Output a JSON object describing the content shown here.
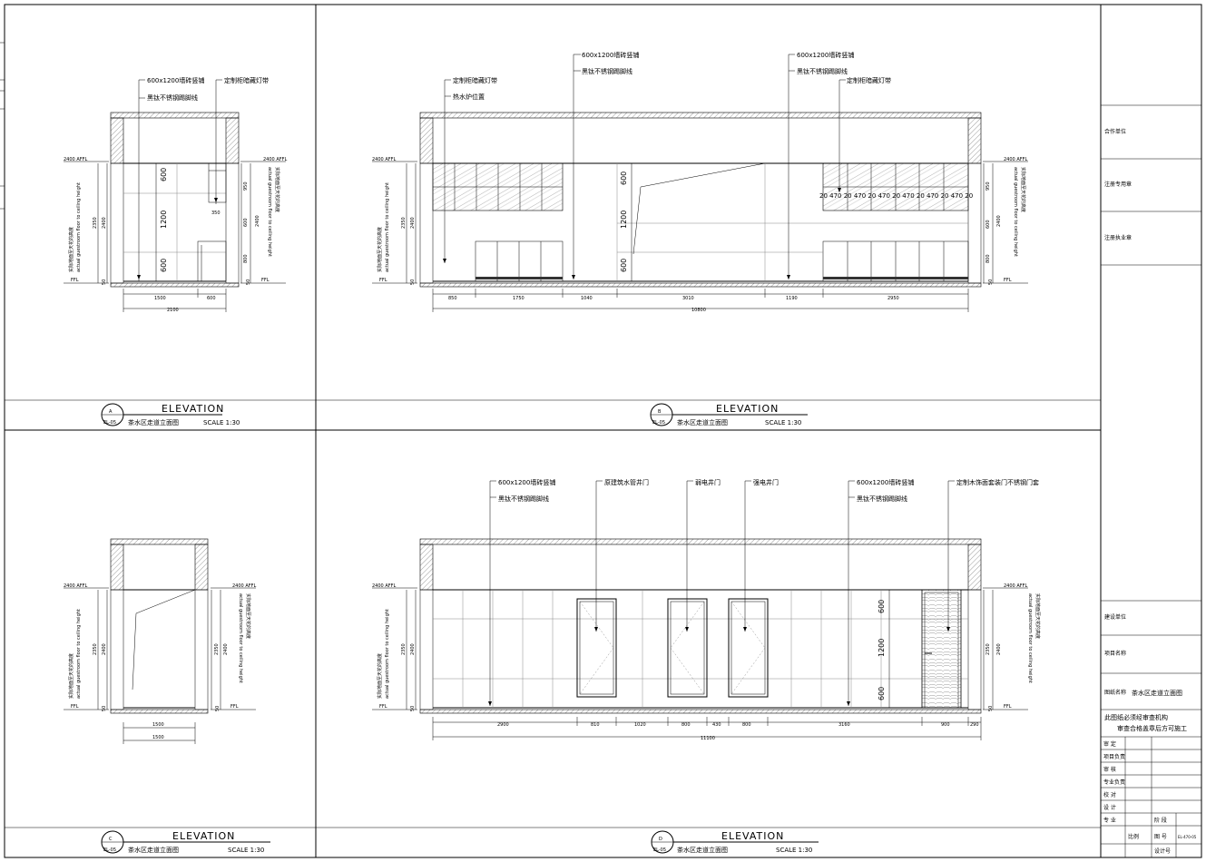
{
  "drawing": {
    "panels": [
      {
        "id": "A",
        "ref": "EL-05",
        "heading": "ELEVATION",
        "subtitle": "茶水区走道立面图",
        "scale": "SCALE 1:30",
        "callouts": [
          "600x1200墙砖竖铺",
          "黑钛不锈钢踢脚线",
          "定制柜暗藏灯带"
        ],
        "level_top": "2400 AFFL",
        "level_bottom": "FFL",
        "height_note_cn": "实际地面至天花的高度",
        "height_note_en": "actual guestroom floor to ceiling height",
        "dims_left": [
          "600",
          "1200",
          "600"
        ],
        "dims_right": [
          "950",
          "350",
          "600",
          "800"
        ],
        "dim_outer": [
          "2350",
          "2400",
          "50"
        ],
        "dims_bottom": [
          "1500",
          "600"
        ],
        "dim_total": "2100"
      },
      {
        "id": "B",
        "ref": "EL-05",
        "heading": "ELEVATION",
        "subtitle": "茶水区走道立面图",
        "scale": "SCALE 1:30",
        "callouts": [
          "定制柜暗藏灯带",
          "热水炉位置",
          "600x1200墙砖竖铺",
          "黑钛不锈钢踢脚线",
          "600x1200墙砖竖铺",
          "黑钛不锈钢踢脚线",
          "定制柜暗藏灯带"
        ],
        "level_top": "2400 AFFL",
        "level_bottom": "FFL",
        "dims_mid": [
          "600",
          "1200",
          "600"
        ],
        "dims_right": [
          "950",
          "600",
          "800"
        ],
        "cabinet_row": "20 470 20 470 20 470 20 470 20 470 20 470 20",
        "dims_bottom": [
          "850",
          "1750",
          "1040",
          "3010",
          "1190",
          "2950"
        ],
        "dim_total": "10800"
      },
      {
        "id": "C",
        "ref": "EL-05",
        "heading": "ELEVATION",
        "subtitle": "茶水区走道立面图",
        "scale": "SCALE 1:30",
        "level_top": "2400 AFFL",
        "level_bottom": "FFL",
        "dims_bottom": [
          "1500"
        ],
        "dim_total": "1500"
      },
      {
        "id": "D",
        "ref": "EL-05",
        "heading": "ELEVATION",
        "subtitle": "茶水区走道立面图",
        "scale": "SCALE 1:30",
        "callouts": [
          "600x1200墙砖竖铺",
          "黑钛不锈钢踢脚线",
          "原建筑水管井门",
          "弱电井门",
          "强电井门",
          "600x1200墙砖竖铺",
          "黑钛不锈钢踢脚线",
          "定制木饰面套装门不锈钢门套"
        ],
        "level_top": "2400 AFFL",
        "level_bottom": "FFL",
        "dims_right": [
          "600",
          "1200",
          "600"
        ],
        "dims_bottom": [
          "2900",
          "810",
          "1020",
          "800",
          "430",
          "800",
          "3160",
          "900",
          "290"
        ],
        "dim_total": "11100"
      }
    ]
  },
  "title_block": {
    "cooperation": "合作单位",
    "reg_seal": "注册专用章",
    "practice_seal": "注册执业章",
    "client": "建设单位",
    "project": "项目名称",
    "drawing_name_label": "图纸名称",
    "drawing_name": "茶水区走道立面图",
    "notice_1": "此图纸必须经审查机构",
    "notice_2": "审查合格盖章后方可施工",
    "rows": [
      "审 定",
      "项目负责",
      "审 核",
      "专业负责",
      "校 对",
      "设 计",
      "专 业"
    ],
    "stage_label": "阶 段",
    "scale_label": "比例",
    "sheet_label": "图 号",
    "sheet_no": "EL-470-05",
    "design_no_label": "设计号"
  }
}
